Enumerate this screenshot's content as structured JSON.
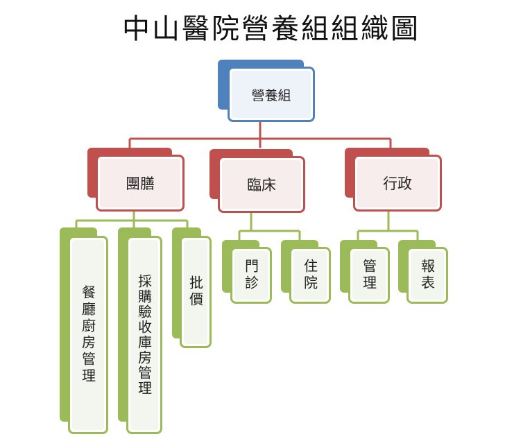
{
  "title": "中山醫院營養組組織圖",
  "colors": {
    "top": "#4f81bd",
    "mid": "#c0504d",
    "leaf": "#9bbb59"
  },
  "root": {
    "label": "營養組"
  },
  "departments": [
    {
      "label": "團膳",
      "units": [
        "餐廳廚房管理",
        "採購驗收庫房管理",
        "批價"
      ]
    },
    {
      "label": "臨床",
      "units": [
        "門診",
        "住院"
      ]
    },
    {
      "label": "行政",
      "units": [
        "管理",
        "報表"
      ]
    }
  ]
}
